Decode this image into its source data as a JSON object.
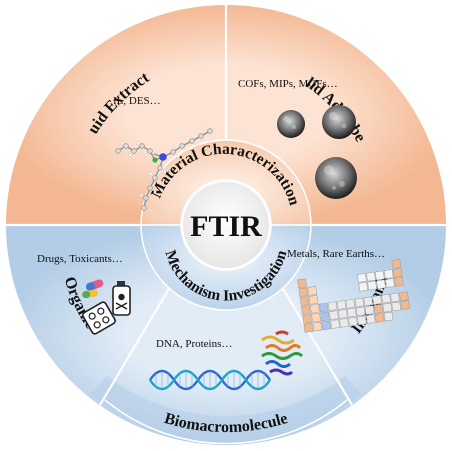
{
  "center": {
    "title": "FTIR"
  },
  "inner_ring": {
    "top": "Material Characterization",
    "bottom": "Mechanism Investigation"
  },
  "segments": {
    "liquid_extractant": {
      "label": "Liquid Extractant",
      "examples": "IL, DES…"
    },
    "solid_adsorbent": {
      "label": "Solid Adsorbent",
      "examples": "COFs, MIPs, MOFs…"
    },
    "organic": {
      "label": "Organic",
      "examples": "Drugs, Toxicants…"
    },
    "inorganic": {
      "label": "Inorganic",
      "examples": "Metals, Rare Earths…"
    },
    "biomacromolecule": {
      "label": "Biomacromolecule",
      "examples": "DNA, Proteins…"
    }
  },
  "colors": {
    "top_fill": "#f6c7ad",
    "bottom_fill": "#c3d8ec",
    "ring_top": "#f0a983",
    "ring_bottom": "#a7c6e3"
  }
}
